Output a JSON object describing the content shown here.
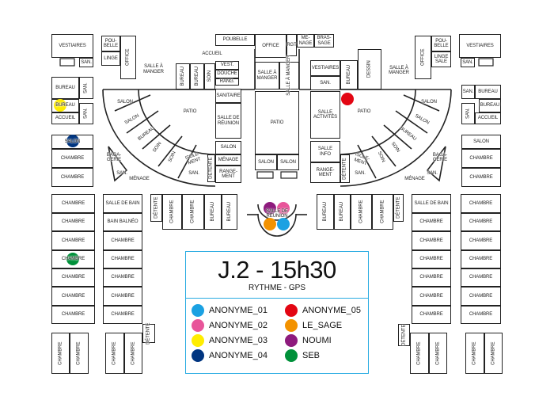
{
  "legend": {
    "title": "J.2 - 15h30",
    "subtitle": "RYTHME - GPS",
    "people": [
      {
        "name": "ANONYME_01",
        "color": "#1ba1e2"
      },
      {
        "name": "ANONYME_02",
        "color": "#e8559a"
      },
      {
        "name": "ANONYME_03",
        "color": "#ffed00"
      },
      {
        "name": "ANONYME_04",
        "color": "#003580"
      },
      {
        "name": "ANONYME_05",
        "color": "#e30613"
      },
      {
        "name": "LE_SAGE",
        "color": "#f39200"
      },
      {
        "name": "NOUMI",
        "color": "#8e1b7d"
      },
      {
        "name": "SEB",
        "color": "#00913a"
      }
    ]
  },
  "colors": {
    "legend_border": "#29abe2",
    "wall": "#222222"
  },
  "rooms": [
    "VESTIAIRES",
    "SAN.",
    "POU-\nBELLE",
    "LINGE",
    "OFFICE",
    "SALLE À\nMANGER",
    "BUREAU",
    "SAN.",
    "BUREAU",
    "ACCUEIL",
    "SAN.",
    "SALON",
    "CHAMBRE",
    "CHAMBRE",
    "BAGA-\nGERIE",
    "SAN.",
    "MÉNAGE",
    "SALON",
    "SALON",
    "BUREAU",
    "SOIN",
    "SOIN",
    "ISOLE-\nMENT",
    "SAN.",
    "DÉTENTE",
    "PATIO",
    "ACCUEIL",
    "BUREAU",
    "BUREAU",
    "SOIN",
    "VEST.",
    "DOUCHE",
    "RANG.",
    "SANITAIRE",
    "SALLE DE\nRÉUNION",
    "SALON",
    "MÉNAGE",
    "RANGE-\nMENT",
    "POUBELLE",
    "OFFICE",
    "RGT",
    "MÉ-\nNAGE",
    "BRAS-\nSAGE",
    "SALLE À\nMANGER",
    "SALLE À\nMANGER",
    "PATIO",
    "SALON",
    "SALON",
    "VESTIAIRES",
    "SAN.",
    "BUREAU",
    "DESSIN",
    "SALLE À\nMANGER",
    "OFFICE",
    "POU-\nBELLE",
    "LINGE\nSALE",
    "VESTIAIRES",
    "SAN.",
    "SALLE\nACTIVITÉS",
    "SALLE\nINFO",
    "RANGE-\nMENT",
    "DÉTENTE",
    "ISOLE-\nMENT",
    "SAN.",
    "PATIO",
    "SOIN",
    "SOIN",
    "BUREAU",
    "SALON",
    "SALON",
    "BAGA-\nGERIE",
    "SAN.",
    "MÉNAGE",
    "SAN.",
    "BUREAU",
    "BUREAU",
    "SAN.",
    "ACCUEIL",
    "SALON",
    "CHAMBRE",
    "CHAMBRE",
    "CHAMBRE",
    "CHAMBRE",
    "CHAMBRE",
    "CHAMBRE",
    "CHAMBRE",
    "CHAMBRE",
    "CHAMBRE",
    "SALLE DE BAIN",
    "BAIN BALNÉO",
    "CHAMBRE",
    "CHAMBRE",
    "CHAMBRE",
    "CHAMBRE",
    "CHAMBRE",
    "DÉTENTE",
    "CHAMBRE",
    "CHAMBRE",
    "CHAMBRE",
    "CHAMBRE",
    "DÉTENTE",
    "CHAMBRE",
    "CHAMBRE",
    "BUREAU",
    "BUREAU",
    "SALLE DE\nRÉUNION",
    "BUREAU",
    "BUREAU",
    "CHAMBRE",
    "CHAMBRE",
    "DÉTENTE",
    "SALLE DE BAIN",
    "CHAMBRE",
    "CHAMBRE",
    "CHAMBRE",
    "CHAMBRE",
    "CHAMBRE",
    "CHAMBRE",
    "CHAMBRE",
    "CHAMBRE",
    "CHAMBRE",
    "CHAMBRE",
    "CHAMBRE",
    "CHAMBRE",
    "CHAMBRE",
    "DÉTENTE",
    "CHAMBRE",
    "CHAMBRE",
    "CHAMBRE",
    "CHAMBRE"
  ]
}
